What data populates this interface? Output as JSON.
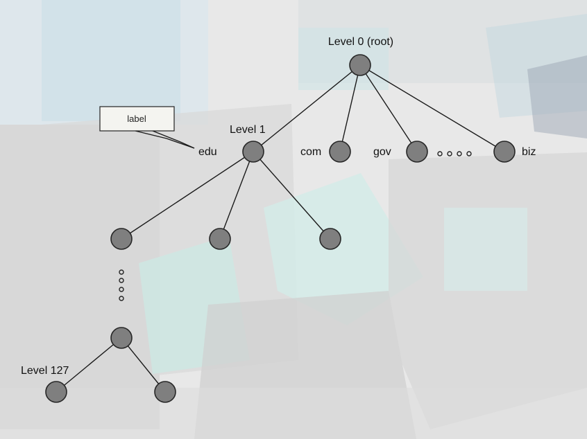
{
  "labels": {
    "root": "Level 0 (root)",
    "level1": "Level 1",
    "level127": "Level 127",
    "edu": "edu",
    "com": "com",
    "gov": "gov",
    "biz": "biz",
    "callout": "label"
  },
  "colors": {
    "node_fill": "#7f7f7f",
    "node_stroke": "#262626",
    "background": "#e7e7e7",
    "cube_tint": "#c8e6e6"
  }
}
